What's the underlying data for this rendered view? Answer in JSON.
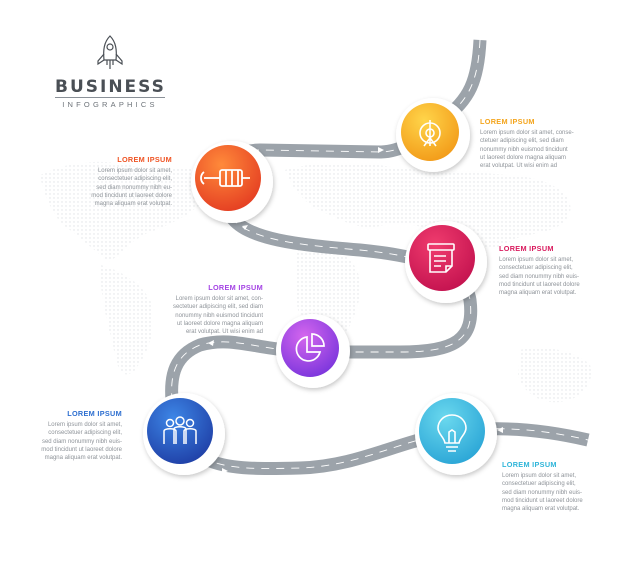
{
  "logo": {
    "title": "BUSINESS",
    "subtitle": "INFOGRAPHICS",
    "icon": "rocket-icon"
  },
  "steps": [
    {
      "heading": "LOREM IPSUM",
      "color": "#f4b21f",
      "icon": "target-icon",
      "body": [
        "Lorem ipsum dolor sit amet, conse-",
        "ctetuer adipiscing elit, sed diam",
        "nonummy nibh euismod tincidunt",
        "ut laoreet dolore magna aliquam",
        "erat volutpat. Ut wisi enim ad"
      ]
    },
    {
      "heading": "LOREM IPSUM",
      "color": "#ef5424",
      "icon": "wrench-tool-icon",
      "body": [
        "Lorem ipsum dolor sit amet,",
        "consectetuer adipiscing elit,",
        "sed diam nonummy nibh eu-",
        "mod tincidunt ut laoreet dolore",
        "magna aliquam erat volutpat."
      ]
    },
    {
      "heading": "LOREM IPSUM",
      "color": "#d91b5e",
      "icon": "document-icon",
      "body": [
        "Lorem ipsum dolor sit amet,",
        "consectetuer adipiscing elit,",
        "sed diam nonummy nibh euis-",
        "mod tincidunt ut laoreet dolore",
        "magna aliquam erat volutpat."
      ]
    },
    {
      "heading": "LOREM IPSUM",
      "color": "#a444e4",
      "icon": "pie-chart-icon",
      "body": [
        "Lorem ipsum dolor sit amet, con-",
        "sectetuer adipiscing elit, sed diam",
        "nonummy nibh euismod tincidunt",
        "ut laoreet dolore magna aliquam",
        "erat volutpat. Ut wisi enim ad"
      ]
    },
    {
      "heading": "LOREM IPSUM",
      "color": "#2e6fd0",
      "icon": "team-icon",
      "body": [
        "Lorem ipsum dolor sit amet,",
        "consectetuer adipiscing elit,",
        "sed diam nonummy nibh euis-",
        "mod tincidunt ut laoreet dolore",
        "magna aliquam erat volutpat."
      ]
    },
    {
      "heading": "LOREM IPSUM",
      "color": "#2fb5d9",
      "icon": "lightbulb-icon",
      "body": [
        "Lorem ipsum dolor sit amet,",
        "consectetuer adipiscing elit,",
        "sed diam nonummy nibh euis-",
        "mod tincidunt ut laoreet dolore",
        "magna aliquam erat volutpat."
      ]
    }
  ],
  "road_color": "#9ca3aa"
}
